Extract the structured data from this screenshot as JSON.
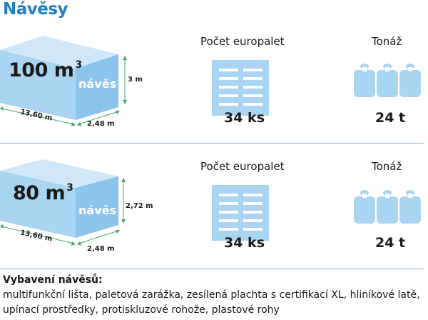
{
  "page": {
    "title": "Návěsy",
    "accent_color": "#1e7fc2",
    "box_color": "#a9d4f2"
  },
  "trailers": [
    {
      "volume": "100 m",
      "volume_exp": "3",
      "type_label": "návěs",
      "height": "3 m",
      "length": "13,60 m",
      "width": "2,48 m",
      "pallets_label": "Počet europalet",
      "pallets_value": "34 ks",
      "tonnage_label": "Tonáž",
      "tonnage_value": "24 t"
    },
    {
      "volume": "80 m",
      "volume_exp": "3",
      "type_label": "návěs",
      "height": "2,72 m",
      "length": "13,60 m",
      "width": "2,48 m",
      "pallets_label": "Počet europalet",
      "pallets_value": "34 ks",
      "tonnage_label": "Tonáž",
      "tonnage_value": "24 t"
    }
  ],
  "equipment": {
    "title": "Vybavení návěsů:",
    "line1": "multifunkční lišta, paletová zarážka, zesílená plachta s certifikací XL, hliníkové latě,",
    "line2": "upínací prostředky, protiskluzové rohože, plastové rohy"
  },
  "icons": {
    "pallet": "pallet-icon",
    "weight": "weight-icon"
  }
}
